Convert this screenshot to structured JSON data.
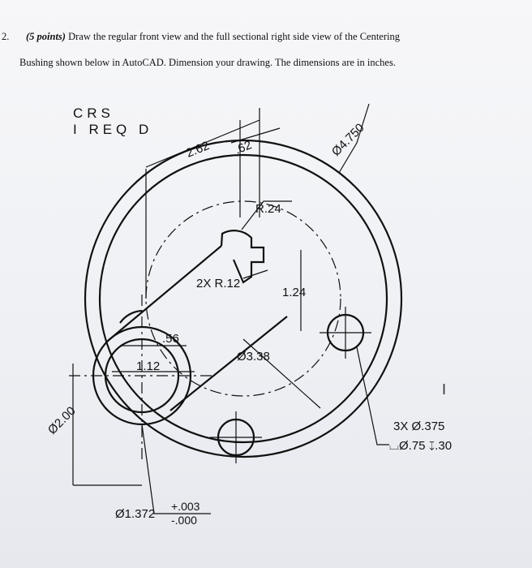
{
  "problem": {
    "number": "2.",
    "points": "(5 points)",
    "line1_rest": "Draw the regular front view and the full sectional right side view of the Centering",
    "line2": "Bushing shown below in AutoCAD. Dimension your drawing. The dimensions are in inches."
  },
  "drawing": {
    "material": "CRS",
    "quantity": "I REQ D",
    "dims": {
      "d1": "2.62",
      "d2": ".62",
      "dia_outer": "Ø4.750",
      "radius_top": "R.24",
      "fillet": "2X R.12",
      "height": "1.24",
      "width_small": ".56",
      "width_slot": "1.12",
      "dia_mid": "Ø3.38",
      "dia_bolt": "Ø2.00",
      "hole_spec_1": "3X Ø.375",
      "hole_spec_2": "⌴Ø.75 ↧.30",
      "bore_dia": "Ø1.372",
      "tol_plus": "+.003",
      "tol_minus": "-.000"
    },
    "cursor_glyph": "I"
  }
}
